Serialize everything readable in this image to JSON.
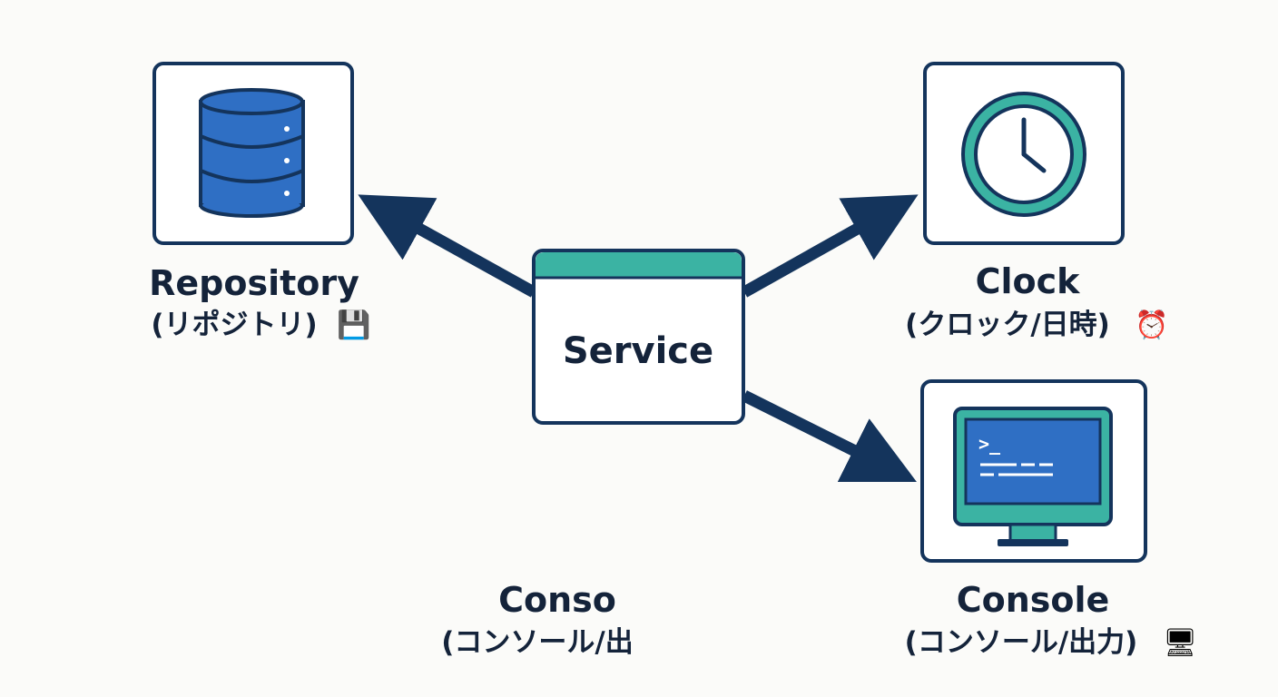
{
  "colors": {
    "background": "#fbfbf9",
    "navy": "#14345c",
    "blue": "#2f6fc4",
    "teal": "#3bb3a3",
    "text": "#14233a",
    "white": "#ffffff"
  },
  "nodes": {
    "service": {
      "label": "Service"
    },
    "repository": {
      "title": "Repository",
      "subtitle": "(リポジトリ)",
      "icon": "database-icon",
      "emoji": "💾",
      "emoji_icon": "floppy-disk-icon"
    },
    "clock": {
      "title": "Clock",
      "subtitle": "(クロック/日時)",
      "icon": "clock-icon",
      "emoji": "⏰",
      "emoji_icon": "alarm-clock-icon"
    },
    "console": {
      "title": "Console",
      "subtitle": "(コンソール/出力)",
      "icon": "monitor-terminal-icon",
      "emoji": "🖥",
      "emoji_icon": "desktop-computer-icon"
    }
  },
  "ghost_label": {
    "title": "Conso",
    "subtitle": "(コンソール/出"
  },
  "terminal": {
    "prompt": ">_"
  },
  "edges": [
    {
      "from": "Service",
      "to": "Repository"
    },
    {
      "from": "Service",
      "to": "Clock"
    },
    {
      "from": "Service",
      "to": "Console"
    }
  ]
}
